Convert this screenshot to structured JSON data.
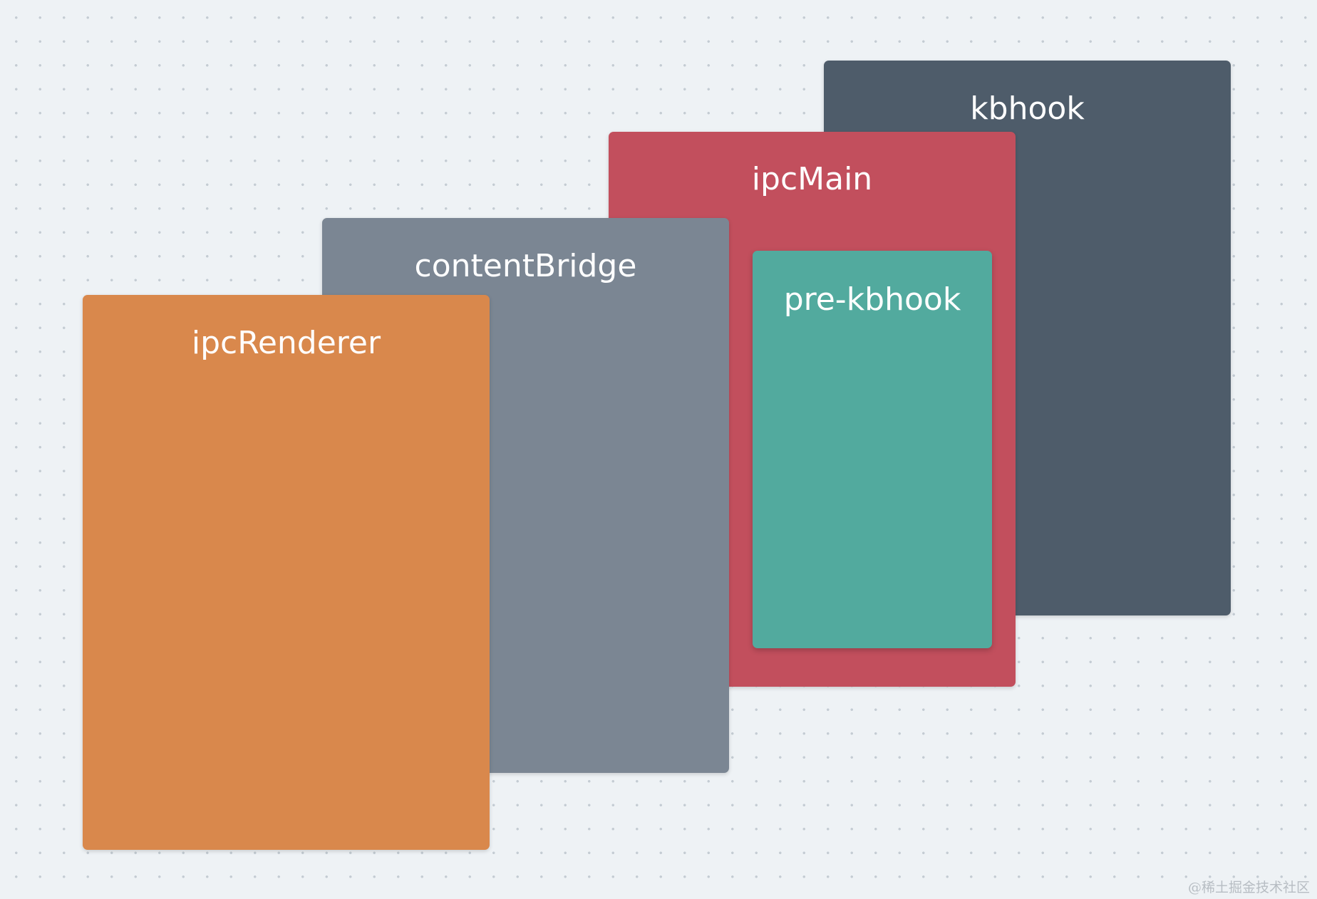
{
  "diagram": {
    "blocks": [
      {
        "id": "kbhook",
        "label": "kbhook",
        "color": "#4e5c6a"
      },
      {
        "id": "ipcmain",
        "label": "ipcMain",
        "color": "#c24f5d"
      },
      {
        "id": "pre-kbhook",
        "label": "pre-kbhook",
        "color": "#52aa9e",
        "parent": "ipcMain"
      },
      {
        "id": "contentbridge",
        "label": "contentBridge",
        "color": "#7b8693"
      },
      {
        "id": "ipcrenderer",
        "label": "ipcRenderer",
        "color": "#d9884c"
      }
    ]
  },
  "watermark": "@稀土掘金技术社区"
}
